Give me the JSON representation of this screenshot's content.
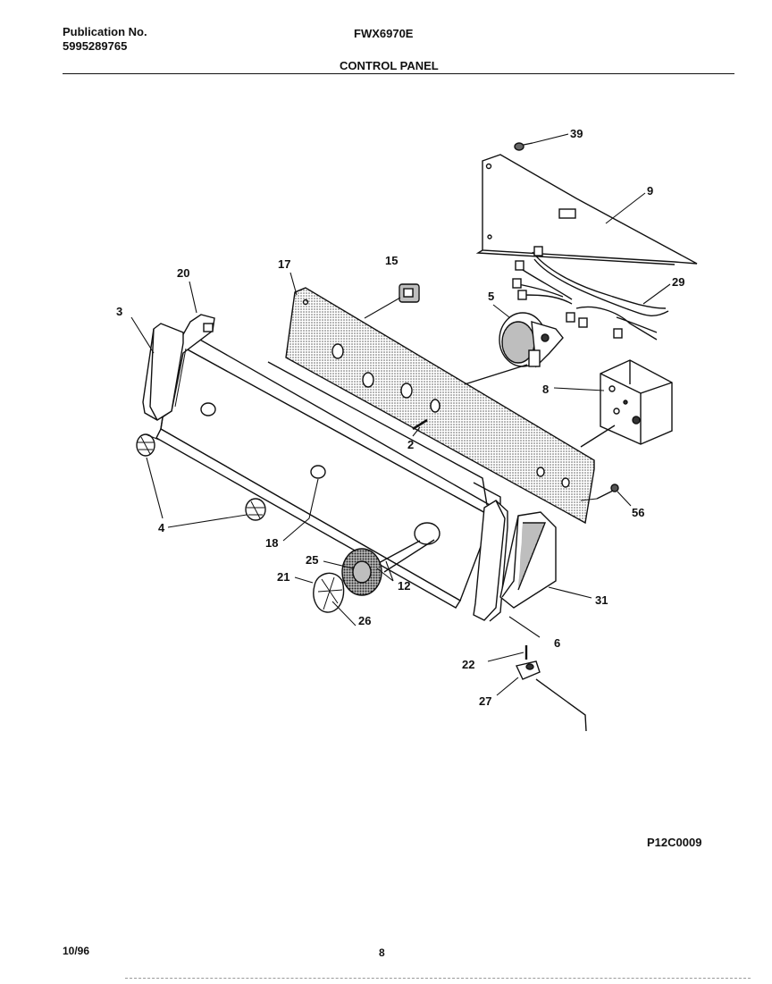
{
  "header": {
    "publication_label": "Publication No.",
    "publication_number": "5995289765",
    "model": "FWX6970E",
    "section_title": "CONTROL PANEL"
  },
  "callouts": {
    "c39": "39",
    "c9": "9",
    "c29": "29",
    "c17": "17",
    "c15": "15",
    "c20": "20",
    "c3": "3",
    "c5": "5",
    "c8": "8",
    "c2": "2",
    "c56": "56",
    "c4": "4",
    "c18": "18",
    "c25": "25",
    "c21": "21",
    "c12": "12",
    "c26": "26",
    "c31": "31",
    "c6": "6",
    "c22": "22",
    "c27": "27"
  },
  "footer": {
    "drawing_code": "P12C0009",
    "date": "10/96",
    "page_number": "8"
  }
}
